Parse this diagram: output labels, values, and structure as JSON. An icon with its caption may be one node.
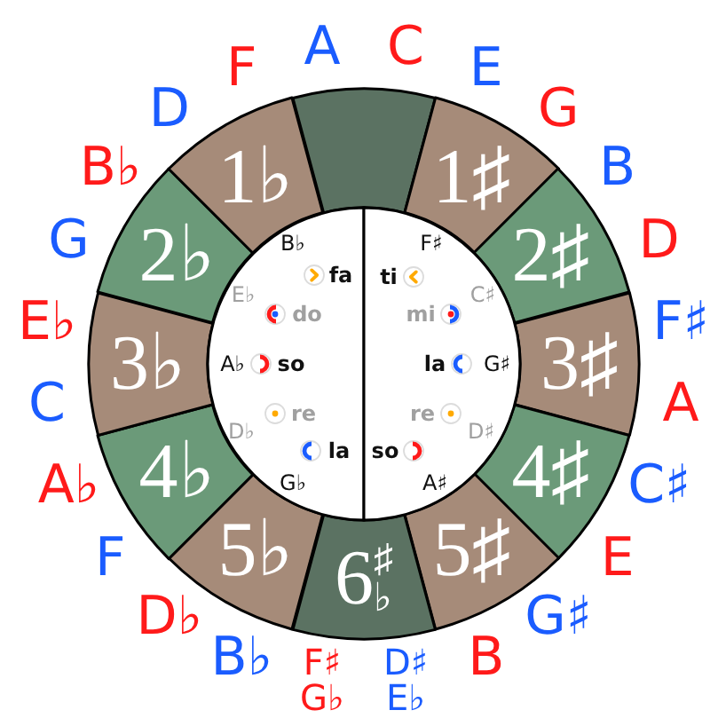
{
  "diagram": {
    "nodes": [
      {
        "text": [],
        "shape": "segment",
        "beside": [
          "A",
          "C"
        ]
      },
      {
        "text": [
          "1♯"
        ],
        "beside": [
          "E",
          "G"
        ]
      },
      {
        "text": [
          "2♯"
        ],
        "beside": [
          "B",
          "D"
        ]
      },
      {
        "text": [
          "3♯"
        ],
        "beside": [
          "F♯",
          "A"
        ]
      },
      {
        "text": [
          "4♯"
        ],
        "beside": [
          "C♯",
          "E"
        ]
      },
      {
        "text": [
          "5♯"
        ],
        "beside": [
          "G♯",
          "B"
        ]
      },
      {
        "text": [
          "6$^{♯}$$_{♭}$"
        ],
        "beside": [
          "D♯ E♭",
          "F♯ G♭"
        ]
      },
      {
        "text": [
          "5♭"
        ],
        "beside": [
          "B♭",
          "D♭"
        ]
      },
      {
        "text": [
          "4♭"
        ],
        "beside": [
          "F",
          "A♭"
        ]
      },
      {
        "text": [
          "3♭"
        ],
        "beside": [
          "C",
          "E♭"
        ]
      },
      {
        "text": [
          "2♭"
        ],
        "beside": [
          "G",
          "B♭"
        ]
      },
      {
        "text": [
          "1♭"
        ],
        "beside": [
          "D",
          "F"
        ]
      },
      {
        "text": [
          "B♭",
          "fa",
          "E♭",
          "do",
          "A♭",
          "so",
          "re",
          "D♭",
          "la",
          "G♭"
        ]
      },
      {
        "text": [
          "F♯",
          "ti",
          "C♯",
          "mi",
          "la",
          "G♯",
          "re",
          "D♯",
          "so",
          "A♯"
        ]
      }
    ]
  }
}
